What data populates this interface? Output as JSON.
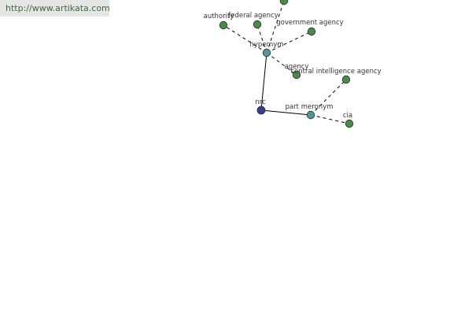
{
  "header": {
    "url": "http://www.artikata.com"
  },
  "graph": {
    "colors": {
      "root": "#3b3b8f",
      "relation": "#4e9a9a",
      "leaf": "#4a8a4a",
      "node_stroke": "#2c2c2c",
      "edge": "#000000"
    },
    "nodes": [
      {
        "id": "top",
        "label": "",
        "kind": "leaf"
      },
      {
        "id": "authority",
        "label": "authority",
        "kind": "leaf"
      },
      {
        "id": "federal-agency",
        "label": "federal agency",
        "kind": "leaf"
      },
      {
        "id": "government-agency",
        "label": "government agency",
        "kind": "leaf"
      },
      {
        "id": "hypernym",
        "label": "hypernym",
        "kind": "relation"
      },
      {
        "id": "agency",
        "label": "agency",
        "kind": "leaf"
      },
      {
        "id": "central-intelligence-agency",
        "label": "central intelligence agency",
        "kind": "leaf"
      },
      {
        "id": "nrc",
        "label": "nrc",
        "kind": "root"
      },
      {
        "id": "part-meronym",
        "label": "part meronym",
        "kind": "relation"
      },
      {
        "id": "cia",
        "label": "cia",
        "kind": "leaf"
      }
    ],
    "edges": [
      {
        "from": "nrc",
        "to": "hypernym",
        "style": "solid"
      },
      {
        "from": "nrc",
        "to": "part-meronym",
        "style": "solid"
      },
      {
        "from": "hypernym",
        "to": "authority",
        "style": "dashed"
      },
      {
        "from": "hypernym",
        "to": "federal-agency",
        "style": "dashed"
      },
      {
        "from": "hypernym",
        "to": "government-agency",
        "style": "dashed"
      },
      {
        "from": "hypernym",
        "to": "agency",
        "style": "dashed"
      },
      {
        "from": "hypernym",
        "to": "top",
        "style": "dashed"
      },
      {
        "from": "part-meronym",
        "to": "central-intelligence-agency",
        "style": "dashed"
      },
      {
        "from": "part-meronym",
        "to": "cia",
        "style": "dashed"
      }
    ]
  }
}
